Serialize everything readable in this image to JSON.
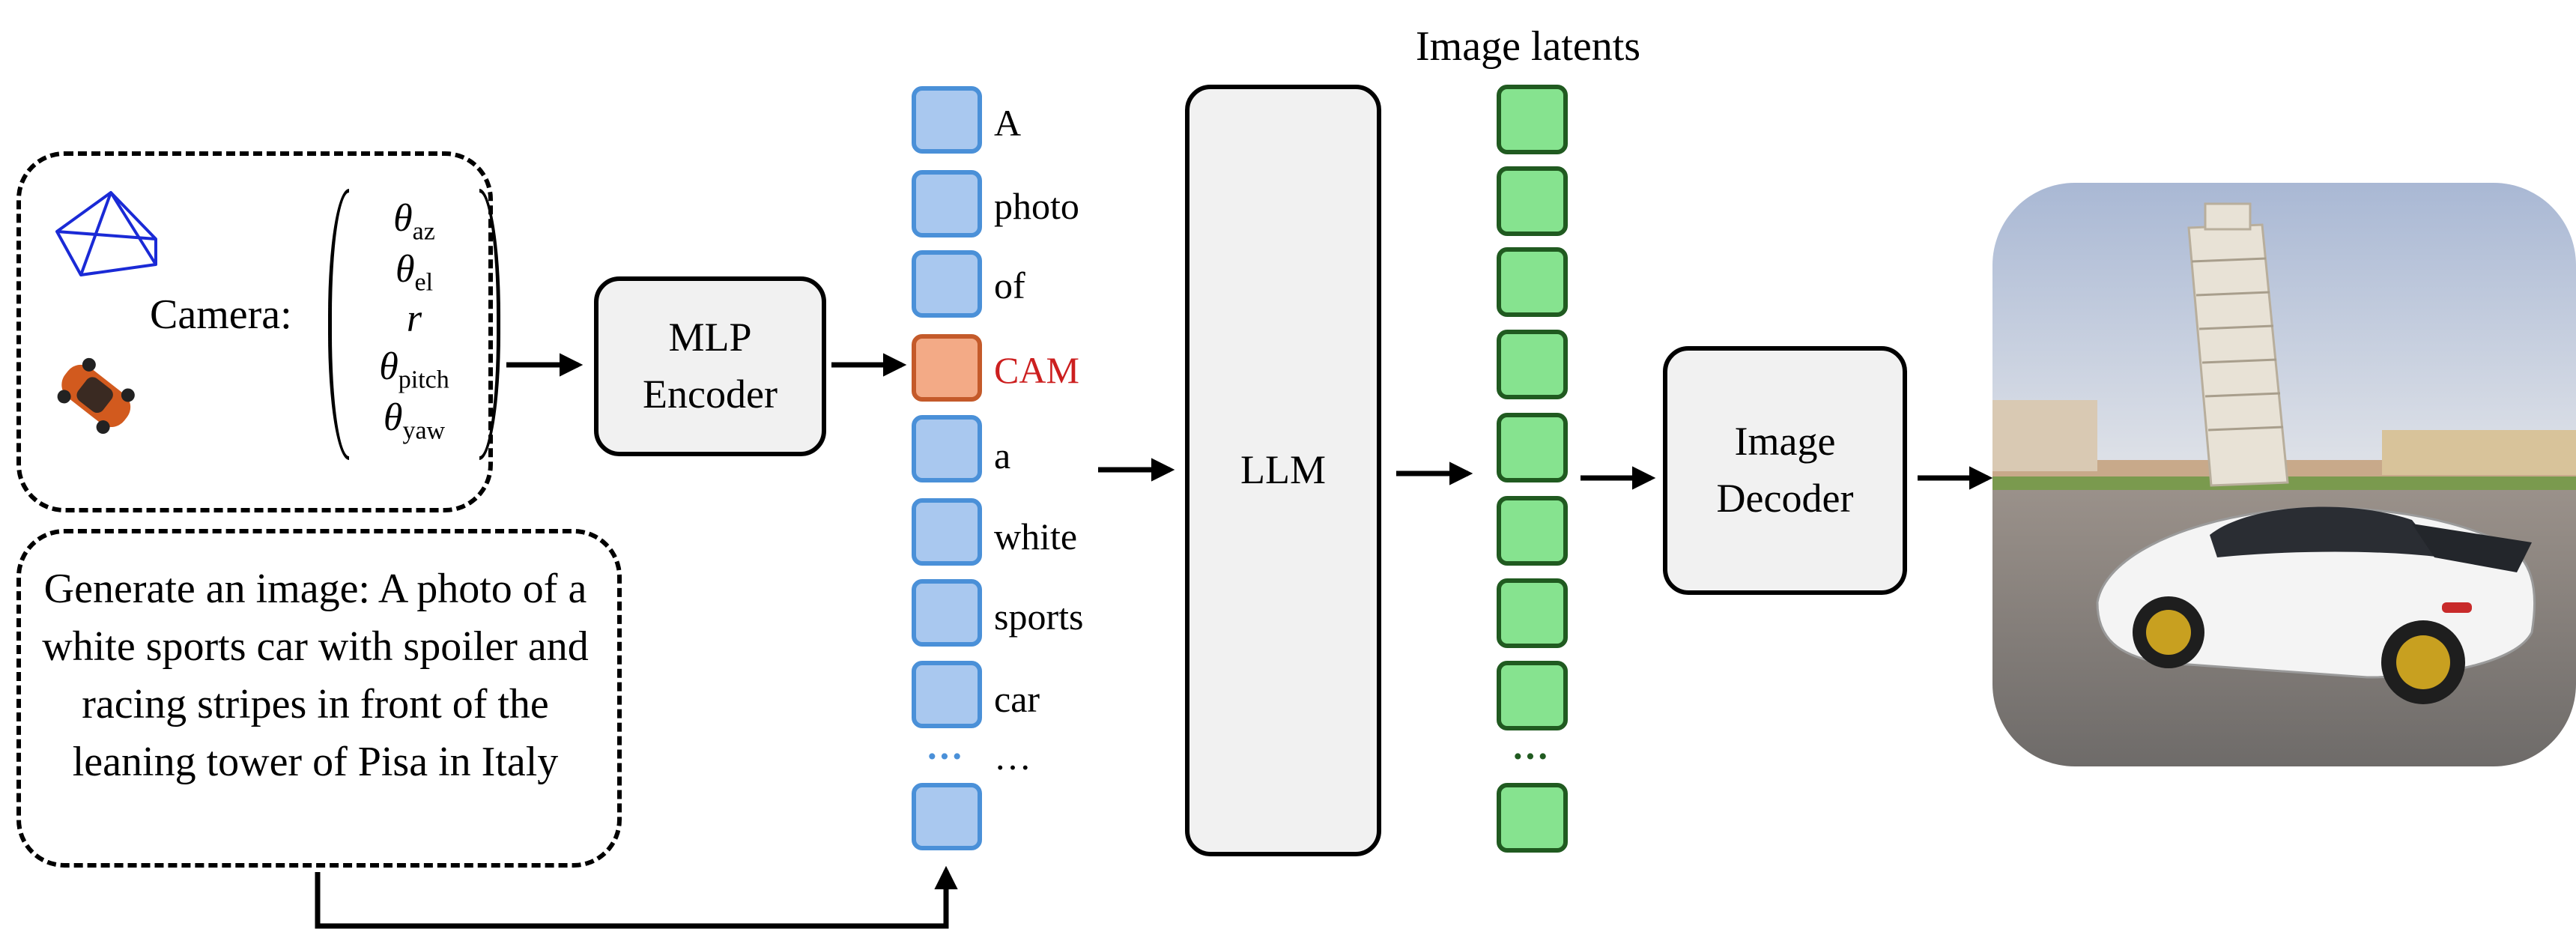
{
  "camera": {
    "label": "Camera:",
    "params": [
      {
        "symbol": "θ",
        "sub": "az"
      },
      {
        "symbol": "θ",
        "sub": "el"
      },
      {
        "symbol": "r",
        "sub": ""
      },
      {
        "symbol": "θ",
        "sub": "pitch"
      },
      {
        "symbol": "θ",
        "sub": "yaw"
      }
    ]
  },
  "encoder": {
    "line1": "MLP",
    "line2": "Encoder"
  },
  "prompt": {
    "text": "Generate an image: A photo of a white sports car with spoiler and racing stripes in front of the leaning tower of Pisa in Italy"
  },
  "tokens": [
    {
      "word": "A",
      "type": "text"
    },
    {
      "word": "photo",
      "type": "text"
    },
    {
      "word": "of",
      "type": "text"
    },
    {
      "word": "CAM",
      "type": "camera"
    },
    {
      "word": "a",
      "type": "text"
    },
    {
      "word": "white",
      "type": "text"
    },
    {
      "word": "sports",
      "type": "text"
    },
    {
      "word": "car",
      "type": "text"
    }
  ],
  "token_ellipsis": "…",
  "token_dots": "···",
  "llm": {
    "label": "LLM"
  },
  "latents": {
    "title": "Image latents",
    "dots": "···"
  },
  "decoder": {
    "line1": "Image",
    "line2": "Decoder"
  },
  "colors": {
    "text_token_fill": "#a9c8ef",
    "text_token_border": "#4a90d8",
    "camera_token_fill": "#f3aa86",
    "camera_token_border": "#c45a2a",
    "camera_word": "#cc1f1f",
    "latent_fill": "#86e38f",
    "latent_border": "#205a20",
    "box_fill": "#f1f1f1",
    "frustum": "#1a2ad6",
    "car_icon": "#d25a1e"
  }
}
